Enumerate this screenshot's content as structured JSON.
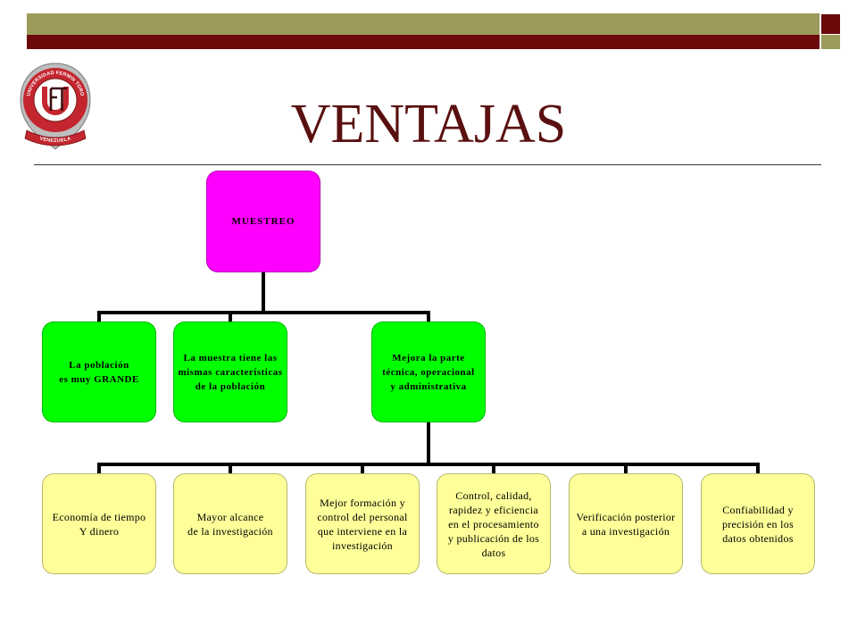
{
  "slide": {
    "title": "VENTAJAS",
    "colors": {
      "title": "#5a1010",
      "bar_olive": "#9c9a5b",
      "bar_maroon": "#6a0a0a",
      "divider": "#3a3a3a"
    }
  },
  "logo": {
    "icon": "university-seal-icon",
    "text_top": "UNIVERSIDAD FERMIN TORO",
    "text_bottom": "VENEZUELA",
    "colors": {
      "ring": "#c3262e",
      "rim": "#bdbdbd"
    }
  },
  "diagram": {
    "connector_color": "#000000",
    "root": {
      "label": "MUESTREO",
      "color": "#ff00ff"
    },
    "level2": [
      {
        "label": "La población\nes muy GRANDE",
        "color": "#00ff00"
      },
      {
        "label": "La muestra tiene las\nmismas características\nde la población",
        "color": "#00ff00"
      },
      {
        "label": "Mejora la parte\ntécnica, operacional\ny administrativa",
        "color": "#00ff00"
      }
    ],
    "level3": [
      {
        "label": "Economía de tiempo\nY dinero",
        "color": "#ffff99"
      },
      {
        "label": "Mayor alcance\nde la investigación",
        "color": "#ffff99"
      },
      {
        "label": "Mejor formación y\ncontrol del personal\nque interviene en la\ninvestigación",
        "color": "#ffff99"
      },
      {
        "label": "Control, calidad,\nrapidez y eficiencia\nen el procesamiento\ny publicación de los\ndatos",
        "color": "#ffff99"
      },
      {
        "label": "Verificación posterior\na una investigación",
        "color": "#ffff99"
      },
      {
        "label": "Confiabilidad y\nprecisión en los\ndatos obtenidos",
        "color": "#ffff99"
      }
    ]
  }
}
